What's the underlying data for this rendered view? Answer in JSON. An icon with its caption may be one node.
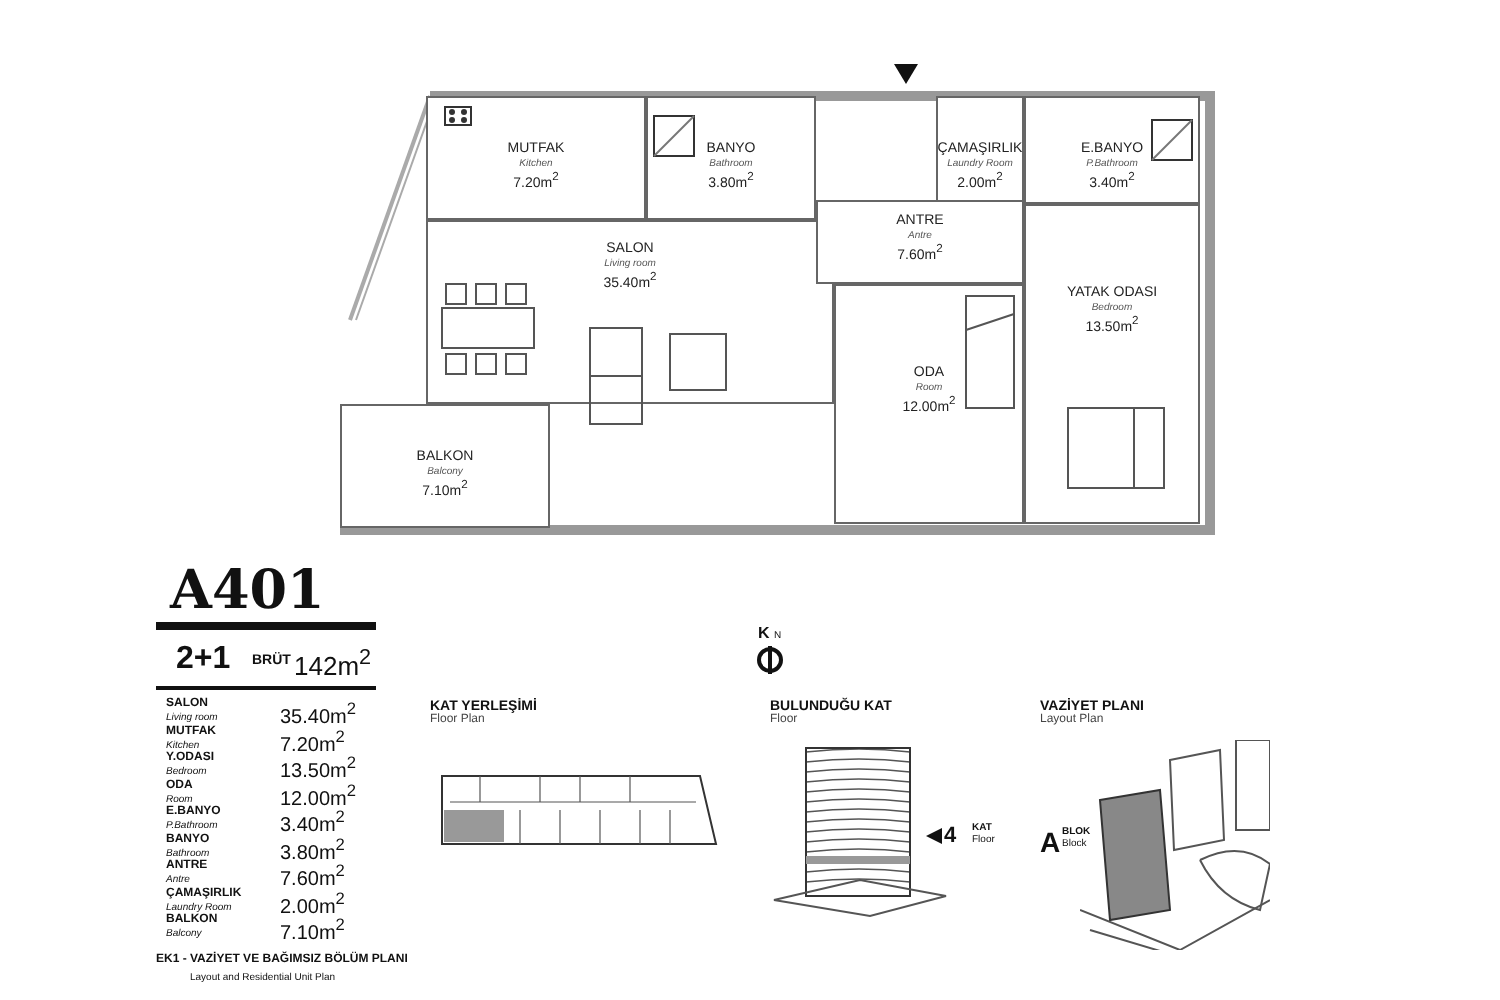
{
  "diagram": {
    "title": "A401",
    "nodes": [
      {
        "text": [
          "MUTFAK",
          "Kitchen",
          "7.20m$^{2}$"
        ]
      },
      {
        "text": [
          "BANYO",
          "Bathroom",
          "3.80m$^{2}$"
        ]
      },
      {
        "text": [
          "ÇAMAŞIRLIK",
          "Laundry Room",
          "2.00m$^{2}$"
        ]
      },
      {
        "text": [
          "E.BANYO",
          "P.Bathroom",
          "3.40m$^{2}$"
        ]
      },
      {
        "text": [
          "SALON",
          "Living room",
          "35.40m$^{2}$"
        ]
      },
      {
        "text": [
          "ANTRE",
          "Antre",
          "7.60m$^{2}$"
        ]
      },
      {
        "text": [
          "YATAK ODASI",
          "Bedroom",
          "13.50m$^{2}$"
        ]
      },
      {
        "text": [
          "ODA",
          "Room",
          "12.00m$^{2}$"
        ]
      },
      {
        "text": [
          "BALKON",
          "Balcony",
          "7.10m$^{2}$"
        ]
      },
      {
        "text": [
          "KAT YERLEŞİMİ",
          "Floor Plan"
        ]
      },
      {
        "text": [
          "BULUNDUĞU KAT",
          "Floor"
        ]
      },
      {
        "text": [
          "VAZİYET PLANI",
          "Layout Plan"
        ]
      }
    ],
    "labels": [
      "2+1",
      "BRÜT",
      "142m$^{2}$",
      "SALON",
      "Living room",
      "35.40m$^{2}$",
      "MUTFAK",
      "Kitchen",
      "7.20m$^{2}$",
      "Y.ODASI",
      "Bedroom",
      "13.50m$^{2}$",
      "ODA",
      "Room",
      "12.00m$^{2}$",
      "E.BANYO",
      "P.Bathroom",
      "3.40m$^{2}$",
      "BANYO",
      "Bathroom",
      "3.80m$^{2}$",
      "ANTRE",
      "Antre",
      "7.60m$^{2}$",
      "ÇAMAŞIRLIK",
      "Laundry Room",
      "2.00m$^{2}$",
      "BALKON",
      "Balcony",
      "7.10m$^{2}$",
      "EK1 - VAZİYET VE BAĞIMSIZ BÖLÜM PLANI",
      "Layout and Residential Unit Plan",
      "K",
      "N",
      "4",
      "KAT",
      "Floor",
      "A",
      "BLOK",
      "Block"
    ]
  }
}
